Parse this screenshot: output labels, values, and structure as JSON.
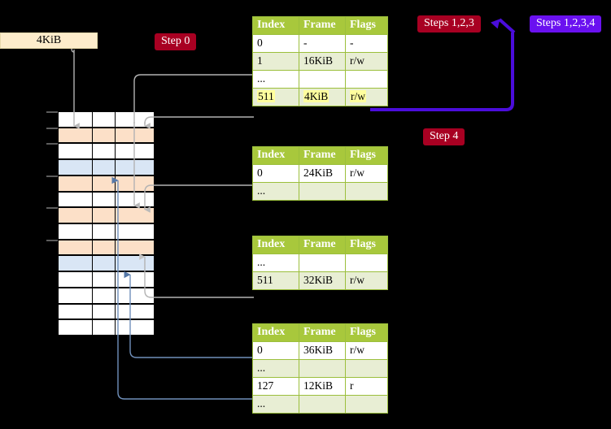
{
  "diagram": {
    "title_labels": {
      "size_label": "4KiB",
      "step0": "Step 0",
      "step4": "Step 4",
      "steps123": "Steps 1,2,3",
      "steps1234": "Steps 1,2,3,4"
    },
    "colors": {
      "header_green": "#a8c83c",
      "row_alt_green": "#e8eed4",
      "badge_red": "#a80022",
      "badge_purple": "#6a11f0",
      "label_cream": "#fdeccb",
      "mem_orange": "#fce0c8",
      "mem_blue": "#d9e6f5",
      "highlight_yellow": "#ffff9e",
      "wire_grey": "#b3b3b3",
      "wire_blue": "#7090bb",
      "arrow_purple": "#4b0ddb",
      "background": "#000000"
    },
    "memory": {
      "rows": [
        {
          "fill": "white",
          "tick": true
        },
        {
          "fill": "orange",
          "tick": true
        },
        {
          "fill": "white",
          "tick": true
        },
        {
          "fill": "blue",
          "tick": false
        },
        {
          "fill": "orange",
          "tick": true
        },
        {
          "fill": "white",
          "tick": false
        },
        {
          "fill": "orange",
          "tick": true
        },
        {
          "fill": "white",
          "tick": false
        },
        {
          "fill": "orange",
          "tick": true
        },
        {
          "fill": "blue",
          "tick": false
        },
        {
          "fill": "white",
          "tick": false
        },
        {
          "fill": "white",
          "tick": false
        },
        {
          "fill": "white",
          "tick": false
        },
        {
          "fill": "white",
          "tick": false
        }
      ]
    },
    "tables": [
      {
        "name": "page-table-level-1",
        "headers": [
          "Index",
          "Frame",
          "Flags"
        ],
        "rows": [
          {
            "cells": [
              "0",
              "-",
              "-"
            ],
            "alt": false,
            "highlight": false
          },
          {
            "cells": [
              "1",
              "16KiB",
              "r/w"
            ],
            "alt": true,
            "highlight": false
          },
          {
            "cells": [
              "...",
              "",
              ""
            ],
            "alt": false,
            "highlight": false
          },
          {
            "cells": [
              "511",
              "4KiB",
              "r/w"
            ],
            "alt": true,
            "highlight": true
          }
        ]
      },
      {
        "name": "page-table-level-2",
        "headers": [
          "Index",
          "Frame",
          "Flags"
        ],
        "rows": [
          {
            "cells": [
              "0",
              "24KiB",
              "r/w"
            ],
            "alt": false,
            "highlight": false
          },
          {
            "cells": [
              "...",
              "",
              ""
            ],
            "alt": true,
            "highlight": false
          }
        ]
      },
      {
        "name": "page-table-level-3",
        "headers": [
          "Index",
          "Frame",
          "Flags"
        ],
        "rows": [
          {
            "cells": [
              "...",
              "",
              ""
            ],
            "alt": false,
            "highlight": false
          },
          {
            "cells": [
              "511",
              "32KiB",
              "r/w"
            ],
            "alt": true,
            "highlight": false
          }
        ]
      },
      {
        "name": "page-table-level-4",
        "headers": [
          "Index",
          "Frame",
          "Flags"
        ],
        "rows": [
          {
            "cells": [
              "0",
              "36KiB",
              "r/w"
            ],
            "alt": false,
            "highlight": false
          },
          {
            "cells": [
              "...",
              "",
              ""
            ],
            "alt": true,
            "highlight": false
          },
          {
            "cells": [
              "127",
              "12KiB",
              "r"
            ],
            "alt": false,
            "highlight": false
          },
          {
            "cells": [
              "...",
              "",
              ""
            ],
            "alt": true,
            "highlight": false
          }
        ]
      }
    ]
  }
}
